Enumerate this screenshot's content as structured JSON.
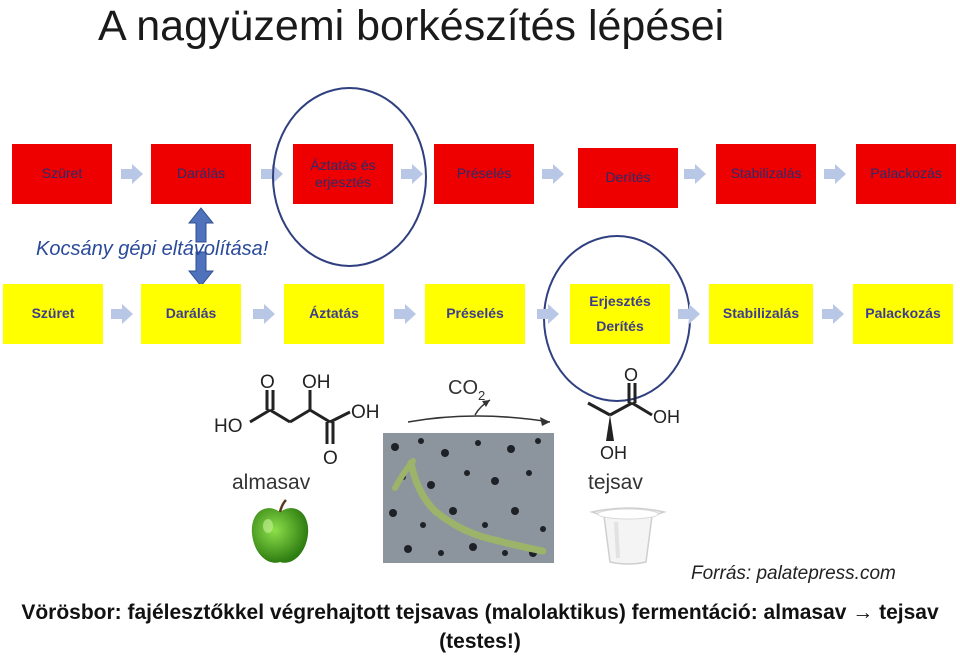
{
  "title": "A nagyüzemi borkészítés lépései",
  "row1": [
    "Szüret",
    "Darálás",
    "Áztatás és erjesztés",
    "Préselés",
    "Derítés",
    "Stabilizalás",
    "Palackozás"
  ],
  "row2": [
    "Szüret",
    "Darálás",
    "Áztatás",
    "Préselés",
    "Erjesztés",
    "Derítés",
    "Stabilizalás",
    "Palackozás"
  ],
  "note": "Kocsány gépi eltávolítása!",
  "chem": {
    "left_label": "almasav",
    "right_label": "tejsav",
    "co2": "CO",
    "co2_sub": "2",
    "oh": "OH",
    "o": "O",
    "ho": "HO"
  },
  "source": "Forrás: palatepress.com",
  "caption": "Vörösbor: fajélesztőkkel végrehajtott tejsavas (malolaktikus) fermentáció: almasav → tejsav (testes!)",
  "colors": {
    "red_box": "#ee0000",
    "yellow_box": "#ffff00",
    "circle": "#2f3f7f",
    "arrow": "#b9c7e6"
  }
}
